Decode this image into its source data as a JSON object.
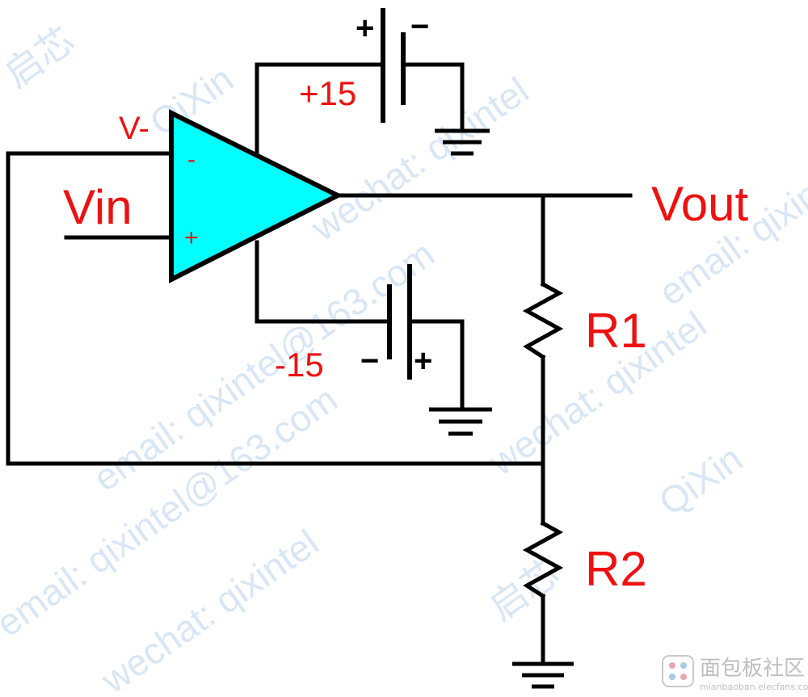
{
  "labels": {
    "vin": "Vin",
    "vout": "Vout",
    "v_minus": "V-",
    "r1": "R1",
    "r2": "R2",
    "pos_supply": "+15",
    "neg_supply": "-15",
    "opamp_inverting": "-",
    "opamp_noninverting": "+",
    "battery_top_plus": "+",
    "battery_top_minus": "−",
    "battery_bottom_plus": "+",
    "battery_bottom_minus": "−"
  },
  "watermarks": {
    "qixin_cn": "启芯",
    "qixin": "QiXin",
    "wechat": "wechat: qixintel",
    "email": "email: qixintel@163.com",
    "site": "面包板社区",
    "site_url": "mianbaoban.elecfans.com"
  },
  "colors": {
    "label": "#ee1111",
    "wire": "#000000",
    "opamp_fill": "#00ffff",
    "watermark": "#b9d3ef"
  }
}
